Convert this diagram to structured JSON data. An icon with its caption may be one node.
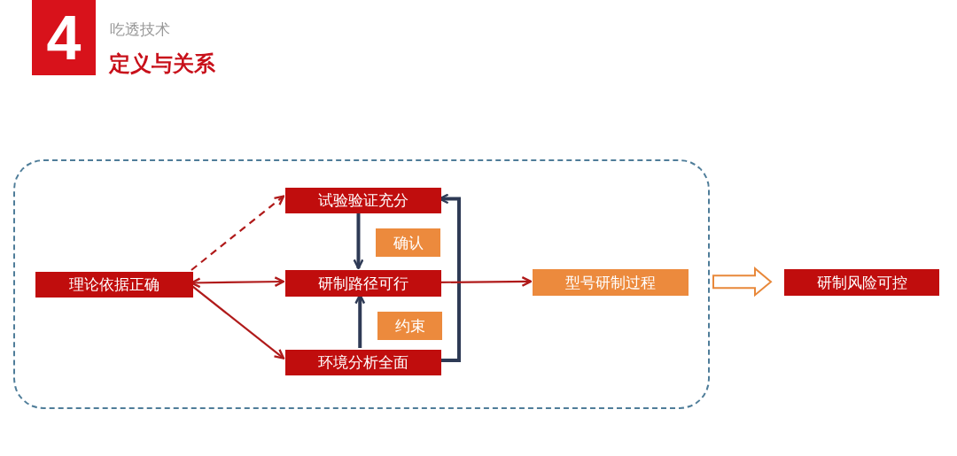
{
  "diagram": {
    "title": "定义与关系",
    "nodes": [
      {
        "text": [],
        "shape": "box"
      },
      {
        "text": [
          "理论依据正确"
        ],
        "in": 0
      },
      {
        "text": [
          "试验验证充分"
        ],
        "in": 0
      },
      {
        "text": [
          "研制路径可行"
        ],
        "in": 0
      },
      {
        "text": [
          "环境分析全面"
        ],
        "in": 0
      },
      {
        "text": [
          "确认"
        ],
        "in": 0
      },
      {
        "text": [
          "约束"
        ],
        "in": 0
      },
      {
        "text": [
          "型号研制过程"
        ],
        "in": 0
      },
      {
        "text": [
          "研制风险可控"
        ]
      }
    ],
    "edges": [
      {
        "from": 1,
        "to": 2,
        "arrow": "to",
        "style": "dashed"
      },
      {
        "from": 1,
        "to": 3,
        "arrow": "both"
      },
      {
        "from": 1,
        "to": 4,
        "arrow": "to"
      },
      {
        "from": 2,
        "to": 3,
        "arrow": "to",
        "style": "thick",
        "color": "#2e3a55"
      },
      {
        "from": 4,
        "to": 3,
        "arrow": "to",
        "style": "thick",
        "color": "#2e3a55"
      },
      {
        "from": 4,
        "to": 2,
        "arrow": "to",
        "style": "thick",
        "color": "#2e3a55"
      },
      {
        "from": 3,
        "to": 7,
        "arrow": "to"
      },
      {
        "from": 0,
        "to": 8,
        "arrow": "to",
        "style": "thick",
        "color": "#e8883a"
      }
    ],
    "labels": [
      "4",
      "吃透技术"
    ]
  }
}
